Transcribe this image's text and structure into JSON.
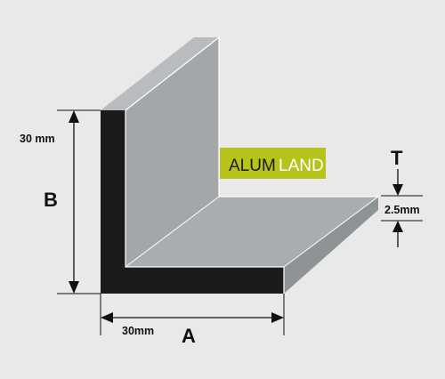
{
  "diagram": {
    "logo": {
      "word_left": "ALUM",
      "word_right": "LAND",
      "bg_color": "#b6c31c"
    },
    "dimensions": {
      "height_value": "30 mm",
      "height_letter": "B",
      "width_value": "30mm",
      "width_letter": "A",
      "thickness_letter": "T",
      "thickness_value": "2.5mm"
    },
    "colors": {
      "background": "#e9e9e9",
      "profile_face": "#a4a8aa",
      "profile_top": "#b6babc",
      "profile_end": "#8f9497",
      "section": "#1b1b1b",
      "edge": "#ffffff"
    }
  }
}
